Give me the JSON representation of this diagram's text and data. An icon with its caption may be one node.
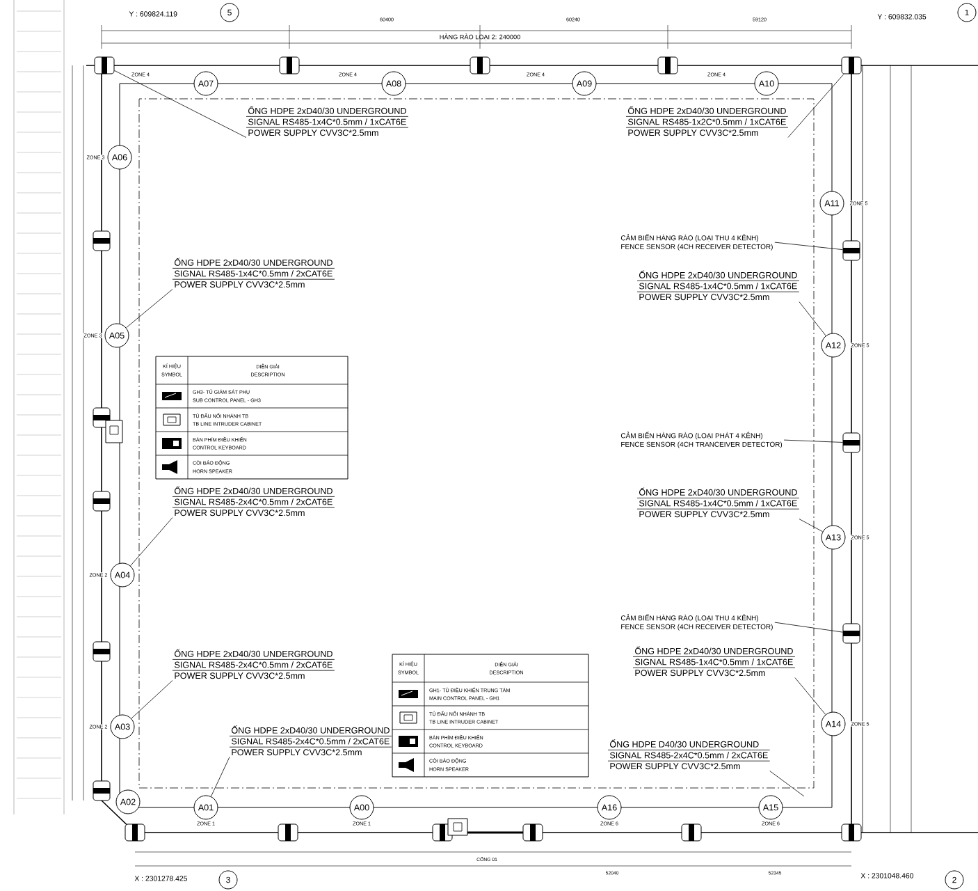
{
  "diagram": {
    "nodes": [
      {
        "text": [
          "A00"
        ],
        "beside": [
          "ZONE 1"
        ]
      },
      {
        "text": [
          "A01"
        ],
        "beside": [
          "ZONE 1"
        ]
      },
      {
        "text": [
          "A02"
        ]
      },
      {
        "text": [
          "A03"
        ],
        "beside": [
          "ZONE 2"
        ]
      },
      {
        "text": [
          "A04"
        ],
        "beside": [
          "ZONE 2"
        ]
      },
      {
        "text": [
          "A05"
        ],
        "beside": [
          "ZONE 3"
        ]
      },
      {
        "text": [
          "A06"
        ],
        "beside": [
          "ZONE 3"
        ]
      },
      {
        "text": [
          "A07"
        ]
      },
      {
        "text": [
          "A08"
        ]
      },
      {
        "text": [
          "A09"
        ]
      },
      {
        "text": [
          "A10"
        ]
      },
      {
        "text": [
          "A11"
        ],
        "beside": [
          "ZONE 5"
        ]
      },
      {
        "text": [
          "A12"
        ],
        "beside": [
          "ZONE 5"
        ]
      },
      {
        "text": [
          "A13"
        ],
        "beside": [
          "ZONE 5"
        ]
      },
      {
        "text": [
          "A14"
        ],
        "beside": [
          "ZONE 5"
        ]
      },
      {
        "text": [
          "A15"
        ],
        "beside": [
          "ZONE 6"
        ]
      },
      {
        "text": [
          "A16"
        ],
        "beside": [
          "ZONE 6"
        ]
      },
      {
        "text": [],
        "shape": "box"
      },
      {
        "text": [],
        "shape": "box"
      },
      {
        "text": [],
        "shape": "box"
      },
      {
        "text": [],
        "shape": "box"
      },
      {
        "text": [],
        "shape": "box"
      },
      {
        "text": [
          "ỐNG HDPE 2xD40/30 UNDERGROUND",
          "SIGNAL RS485-1x4C*0.5mm / 1xCAT6E",
          "POWER SUPPLY CVV3C*2.5mm"
        ]
      },
      {
        "text": [
          "ỐNG HDPE 2xD40/30 UNDERGROUND",
          "SIGNAL RS485-1x2C*0.5mm / 1xCAT6E",
          "POWER SUPPLY CVV3C*2.5mm"
        ]
      },
      {
        "text": [
          "ỐNG HDPE 2xD40/30 UNDERGROUND",
          "SIGNAL RS485-1x4C*0.5mm / 2xCAT6E",
          "POWER SUPPLY CVV3C*2.5mm"
        ]
      },
      {
        "text": [
          "ỐNG HDPE 2xD40/30 UNDERGROUND",
          "SIGNAL RS485-2x4C*0.5mm / 2xCAT6E",
          "POWER SUPPLY CVV3C*2.5mm"
        ]
      },
      {
        "text": [
          "ỐNG HDPE 2xD40/30 UNDERGROUND",
          "SIGNAL RS485-2x4C*0.5mm / 2xCAT6E",
          "POWER SUPPLY CVV3C*2.5mm"
        ]
      },
      {
        "text": [
          "ỐNG HDPE 2xD40/30 UNDERGROUND",
          "SIGNAL RS485-2x4C*0.5mm / 2xCAT6E",
          "POWER SUPPLY CVV3C*2.5mm"
        ]
      },
      {
        "text": [
          "ỐNG HDPE 2xD40/30 UNDERGROUND",
          "SIGNAL RS485-1x4C*0.5mm / 1xCAT6E",
          "POWER SUPPLY CVV3C*2.5mm"
        ]
      },
      {
        "text": [
          "ỐNG HDPE 2xD40/30 UNDERGROUND",
          "SIGNAL RS485-1x4C*0.5mm / 1xCAT6E",
          "POWER SUPPLY CVV3C*2.5mm"
        ]
      },
      {
        "text": [
          "ỐNG HDPE 2xD40/30 UNDERGROUND",
          "SIGNAL RS485-1x4C*0.5mm / 1xCAT6E",
          "POWER SUPPLY CVV3C*2.5mm"
        ]
      },
      {
        "text": [
          "ỐNG HDPE D40/30 UNDERGROUND",
          "SIGNAL RS485-2x4C*0.5mm / 2xCAT6E",
          "POWER SUPPLY CVV3C*2.5mm"
        ]
      },
      {
        "text": [
          "CẢM BIẾN HÀNG RÀO (LOẠI THU 4 KÊNH)",
          "FENCE SENSOR (4CH RECEIVER DETECTOR)"
        ]
      },
      {
        "text": [
          "CẢM BIẾN HÀNG RÀO (LOẠI PHÁT 4 KÊNH)",
          "FENCE SENSOR (4CH TRANCEIVER DETECTOR)"
        ]
      },
      {
        "text": [
          "CẢM BIẾN HÀNG RÀO (LOẠI THU 4 KÊNH)",
          "FENCE SENSOR (4CH RECEIVER DETECTOR)"
        ]
      }
    ],
    "edges": [
      {
        "from": 22,
        "to": 17,
        "arrow": "none"
      },
      {
        "from": 23,
        "to": 18,
        "arrow": "none"
      },
      {
        "from": 24,
        "to": 5,
        "arrow": "none"
      },
      {
        "from": 25,
        "to": 4,
        "arrow": "none"
      },
      {
        "from": 26,
        "to": 3,
        "arrow": "none"
      },
      {
        "from": 27,
        "to": 1,
        "arrow": "none"
      },
      {
        "from": 28,
        "to": 12,
        "arrow": "none"
      },
      {
        "from": 29,
        "to": 13,
        "arrow": "none"
      },
      {
        "from": 30,
        "to": 14,
        "arrow": "none"
      },
      {
        "from": 31,
        "to": null,
        "arrow": "none"
      },
      {
        "from": 32,
        "to": 19,
        "arrow": "none"
      },
      {
        "from": 33,
        "to": 20,
        "arrow": "none"
      },
      {
        "from": 34,
        "to": 21,
        "arrow": "none"
      }
    ],
    "labels": [
      "Y : 609824.119",
      "5",
      "Y : 609832.035",
      "1",
      "HÀNG RÀO LOẠI 2: 240000",
      "60400",
      "60240",
      "59120",
      "ZONE 4",
      "ZONE 4",
      "ZONE 4",
      "ZONE 4",
      "CỔNG 01",
      "52040",
      "52345",
      "X : 2301278.425",
      "3",
      "X : 2301048.460",
      "2",
      "KÍ HIỆU",
      "SYMBOL",
      "DIỄN GIẢI",
      "DESCRIPTION",
      "GH3- TỦ GIÁM SÁT PHỤ",
      "SUB CONTROL PANEL - GH3",
      "TỦ ĐẤU NỐI NHÁNH TB",
      "TB LINE INTRUDER CABINET",
      "BÀN PHÍM ĐIỀU KHIỂN",
      "CONTROL KEYBOARD",
      "CÒI BÁO ĐỘNG",
      "HORN SPEAKER",
      "KÍ HIỆU",
      "SYMBOL",
      "DIỄN GIẢI",
      "DESCRIPTION",
      "GH1- TỦ ĐIỀU KHIỂN TRUNG TÂM",
      "MAIN CONTROL PANEL - GH1",
      "TỦ ĐẤU NỐI NHÁNH TB",
      "TB LINE INTRUDER CABINET",
      "BÀN PHÍM ĐIỀU KHIỂN",
      "CONTROL KEYBOARD",
      "CÒI BÁO ĐỘNG",
      "HORN SPEAKER"
    ]
  }
}
